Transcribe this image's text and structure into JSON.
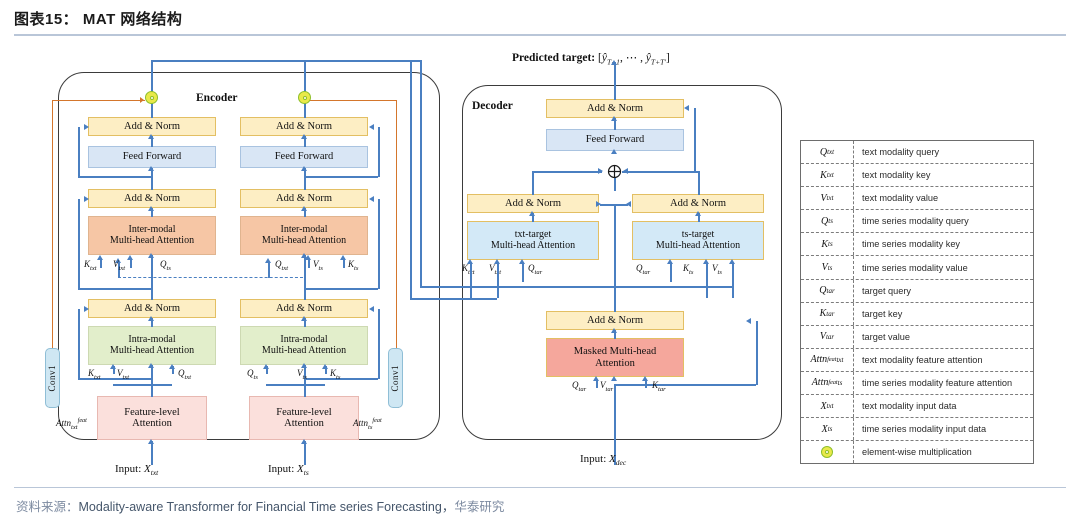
{
  "header": {
    "title": "图表15： MAT 网络结构"
  },
  "footer": {
    "label": "资料来源：",
    "source_en": "Modality-aware Transformer for Financial Time series Forecasting，",
    "source_cn": "华泰研究"
  },
  "diagram": {
    "encoder": {
      "title": "Encoder",
      "left_column": {
        "add_norm_top": "Add & Norm",
        "feed_forward": "Feed Forward",
        "add_norm_mid": "Add & Norm",
        "inter_modal_line1": "Inter-modal",
        "inter_modal_line2": "Multi-head Attention",
        "add_norm_low": "Add & Norm",
        "intra_modal_line1": "Intra-modal",
        "intra_modal_line2": "Multi-head Attention",
        "feature_level_line1": "Feature-level",
        "feature_level_line2": "Attention",
        "input_caption_prefix": "Input: ",
        "input_caption_symbol": "X",
        "input_caption_sub": "txt"
      },
      "right_column": {
        "add_norm_top": "Add & Norm",
        "feed_forward": "Feed Forward",
        "add_norm_mid": "Add & Norm",
        "inter_modal_line1": "Inter-modal",
        "inter_modal_line2": "Multi-head Attention",
        "add_norm_low": "Add & Norm",
        "intra_modal_line1": "Intra-modal",
        "intra_modal_line2": "Multi-head Attention",
        "feature_level_line1": "Feature-level",
        "feature_level_line2": "Attention",
        "input_caption_prefix": "Input: ",
        "input_caption_symbol": "X",
        "input_caption_sub": "ts"
      },
      "conv_left": "Conv1",
      "conv_right": "Conv1"
    },
    "decoder": {
      "title": "Decoder",
      "predicted_target_label": "Predicted target:",
      "add_norm_top": "Add & Norm",
      "feed_forward": "Feed Forward",
      "add_norm_left": "Add & Norm",
      "add_norm_right": "Add & Norm",
      "txt_target_line1": "txt-target",
      "txt_target_line2": "Multi-head Attention",
      "ts_target_line1": "ts-target",
      "ts_target_line2": "Multi-head Attention",
      "add_norm_bottom": "Add & Norm",
      "masked_line1": "Masked Multi-head",
      "masked_line2": "Attention",
      "input_caption_prefix": "Input: ",
      "input_caption_symbol": "X",
      "input_caption_sub": "dec"
    }
  },
  "legend": {
    "rows": [
      {
        "symbol": "Q",
        "sub": "txt",
        "sup": "",
        "desc": "text modality query"
      },
      {
        "symbol": "K",
        "sub": "txt",
        "sup": "",
        "desc": "text modality key"
      },
      {
        "symbol": "V",
        "sub": "txt",
        "sup": "",
        "desc": "text modality value"
      },
      {
        "symbol": "Q",
        "sub": "ts",
        "sup": "",
        "desc": "time series modality query"
      },
      {
        "symbol": "K",
        "sub": "ts",
        "sup": "",
        "desc": "time series modality key"
      },
      {
        "symbol": "V",
        "sub": "ts",
        "sup": "",
        "desc": "time series modality value"
      },
      {
        "symbol": "Q",
        "sub": "tar",
        "sup": "",
        "desc": "target query"
      },
      {
        "symbol": "K",
        "sub": "tar",
        "sup": "",
        "desc": "target key"
      },
      {
        "symbol": "V",
        "sub": "tar",
        "sup": "",
        "desc": "target value"
      },
      {
        "symbol": "Attn",
        "sub": "txt",
        "sup": "feat",
        "desc": "text modality feature attention"
      },
      {
        "symbol": "Attn",
        "sub": "ts",
        "sup": "feat",
        "desc": "time series modality feature attention"
      },
      {
        "symbol": "X",
        "sub": "txt",
        "sup": "",
        "desc": "text modality input data"
      },
      {
        "symbol": "X",
        "sub": "ts",
        "sup": "",
        "desc": "time series modality input data"
      },
      {
        "symbol": "",
        "sub": "",
        "sup": "",
        "icon": "element-wise-multiplication-icon",
        "desc": "element-wise multiplication"
      }
    ]
  },
  "colors": {
    "rule": "#b9c6d8",
    "add_norm": "#fdeec4",
    "feed_forward": "#d9e6f5",
    "inter_modal": "#f6c6a5",
    "intra_modal": "#e2eecb",
    "feature_level": "#fbe0dc",
    "target_attention": "#d3e9f7",
    "masked_attention": "#f5a79c",
    "conv": "#cfe7f3",
    "connector_blue": "#4a7fc1",
    "connector_orange": "#d4762c",
    "emul_node": "#e9e94a"
  }
}
